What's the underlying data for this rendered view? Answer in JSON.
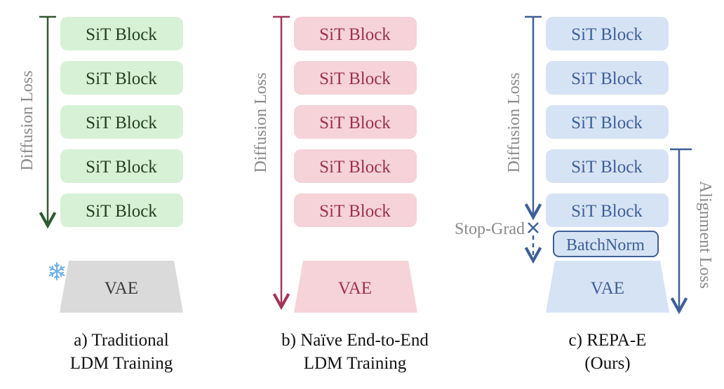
{
  "colors": {
    "green_fill": "#d7f1d6",
    "green_arrow": "#2f5a2f",
    "green_text": "#1f3f1f",
    "red_fill": "#f5d3d8",
    "red_arrow": "#a2355a",
    "red_text": "#9a2f52",
    "blue_fill": "#d6e3f4",
    "blue_arrow": "#3e5f97",
    "blue_text": "#3e5f97",
    "gray_fill": "#dadada",
    "gray_text": "#3a3a3a"
  },
  "panels": [
    {
      "id": "a",
      "blocks": [
        "SiT Block",
        "SiT Block",
        "SiT Block",
        "SiT Block",
        "SiT Block"
      ],
      "vae_label": "VAE",
      "loss_label": "Diffusion Loss",
      "frozen_icon": "snowflake-icon",
      "caption_line1": "a) Traditional",
      "caption_line2": "LDM Training"
    },
    {
      "id": "b",
      "blocks": [
        "SiT Block",
        "SiT Block",
        "SiT Block",
        "SiT Block",
        "SiT Block"
      ],
      "vae_label": "VAE",
      "loss_label": "Diffusion Loss",
      "caption_line1": "b) Naïve End-to-End",
      "caption_line2": "LDM Training"
    },
    {
      "id": "c",
      "blocks": [
        "SiT Block",
        "SiT Block",
        "SiT Block",
        "SiT Block",
        "SiT Block"
      ],
      "vae_label": "VAE",
      "loss_label": "Diffusion Loss",
      "align_label": "Alignment Loss",
      "batchnorm_label": "BatchNorm",
      "stopgrad_label": "Stop-Grad",
      "caption_line1": "c) REPA-E",
      "caption_line2": "(Ours)"
    }
  ]
}
